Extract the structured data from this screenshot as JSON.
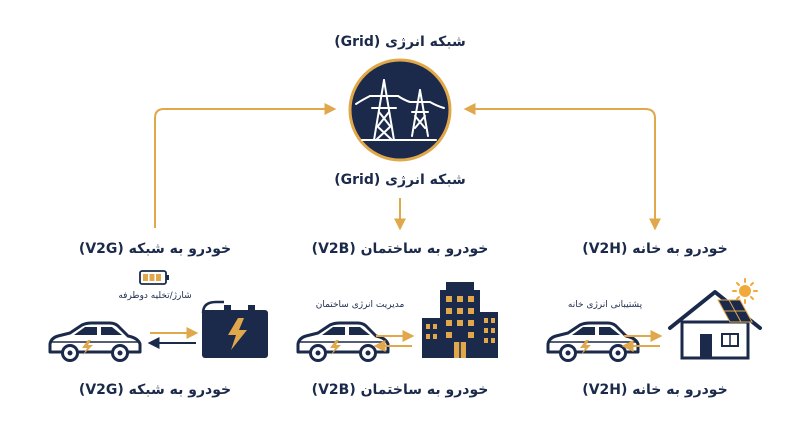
{
  "grid": {
    "title_top": "شبکه انرژی (Grid)",
    "title_mid": "شبکه انرژی (Grid)"
  },
  "colors": {
    "navy": "#1b2a4a",
    "gold": "#e0a84a",
    "sun": "#f2a93b"
  },
  "panels": {
    "v2g": {
      "heading": "خودرو به شبکه (V2G)",
      "caption": "شارژ/تخلیه دوطرفه",
      "footer": "خودرو به شبکه (V2G)"
    },
    "v2b": {
      "heading": "خودرو به ساختمان (V2B)",
      "caption": "مدیریت انرژی ساختمان",
      "footer": "خودرو به ساختمان (V2B)"
    },
    "v2h": {
      "heading": "خودرو به خانه (V2H)",
      "caption": "پشتیبانی انرژی خانه",
      "footer": "خودرو به خانه (V2H)"
    }
  }
}
